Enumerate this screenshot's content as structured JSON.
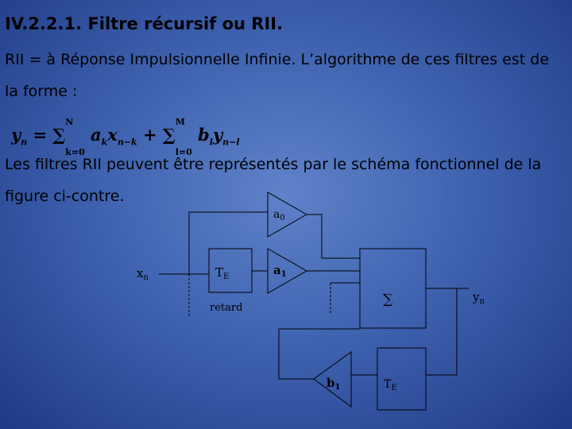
{
  "title": "IV.2.2.1. Filtre récursif ou RII.",
  "para1": "RII = à Réponse Impulsionnelle Infinie. L’algorithme de ces filtres est de la forme :",
  "formula": {
    "lhs": "y",
    "lhs_sub": "n",
    "eq": " = ",
    "sum1_symbol": "∑",
    "sum1_lower": "k=0",
    "sum1_upper": "N",
    "term1": " a",
    "term1_sub": "k",
    "term1b": "x",
    "term1b_sub": "n−k",
    "plus": " + ",
    "sum2_symbol": "∑",
    "sum2_lower": "l=0",
    "sum2_upper": "M",
    "term2": " b",
    "term2_sub": "l",
    "term2b": "y",
    "term2b_sub": "n−l"
  },
  "para2": "Les filtres RII peuvent être représentés par le schéma fonctionnel de la figure ci-contre.",
  "diagram": {
    "input": "x",
    "input_sub": "n",
    "delay1": "T",
    "delay1_sub": "E",
    "delay_label": "retard",
    "gain_a0": "a",
    "gain_a0_sub": "0",
    "gain_a1": "a",
    "gain_a1_sub": "1",
    "sum": "∑",
    "output": "y",
    "output_sub": "n",
    "gain_b1": "b",
    "gain_b1_sub": "1",
    "delay2": "T",
    "delay2_sub": "E"
  }
}
